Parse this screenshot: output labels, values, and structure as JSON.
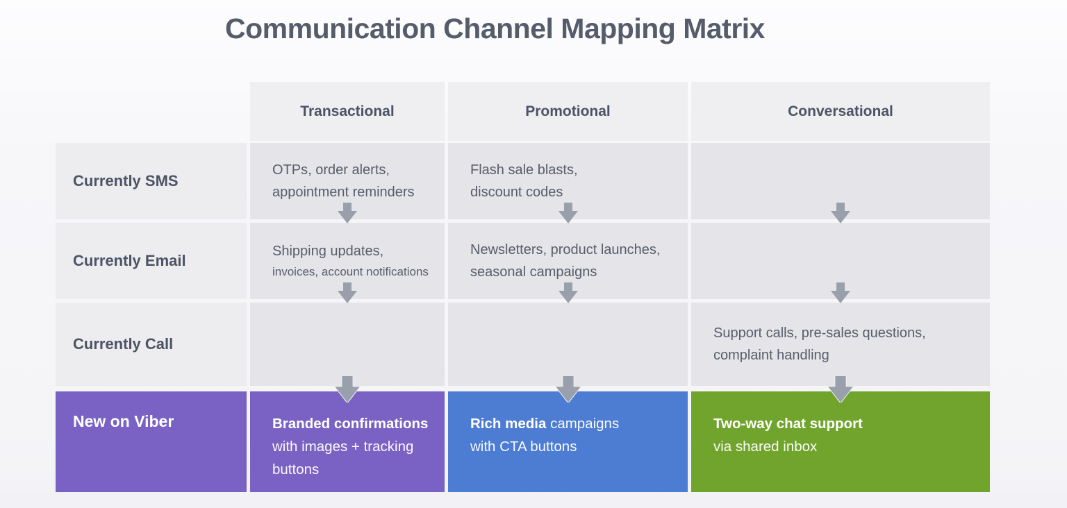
{
  "title": "Communication Channel Mapping Matrix",
  "colors": {
    "purple": "#7a62c4",
    "blue": "#4d7cd3",
    "green": "#70a42c",
    "arrow": "#99a0ac",
    "cell_bg": "#e5e4e8",
    "header_bg": "#efeef1"
  },
  "header": {
    "columns": [
      "Transactional",
      "Promotional",
      "Conversational"
    ]
  },
  "rows": [
    {
      "label": "Currently SMS",
      "cells": [
        {
          "text": "OTPs, order alerts,\nappointment reminders"
        },
        {
          "text": "Flash sale blasts,\ndiscount codes"
        },
        {
          "text": ""
        }
      ]
    },
    {
      "label": "Currently Email",
      "cells": [
        {
          "text": "Shipping updates,",
          "small_text": "invoices, account notifications"
        },
        {
          "text": "Newsletters, product launches,\nseasonal campaigns"
        },
        {
          "text": ""
        }
      ]
    },
    {
      "label": "Currently Call",
      "cells": [
        {
          "text": ""
        },
        {
          "text": ""
        },
        {
          "text": "Support calls, pre-sales questions,\ncomplaint handling"
        }
      ]
    }
  ],
  "viber_row": {
    "label": "New on Viber",
    "cells": [
      {
        "lead": "Branded confirmations",
        "rest": "with images + tracking\nbuttons"
      },
      {
        "lead": "Rich media",
        "rest": " campaigns\nwith CTA buttons"
      },
      {
        "lead": "Two-way chat support",
        "rest": "via shared inbox"
      }
    ]
  }
}
